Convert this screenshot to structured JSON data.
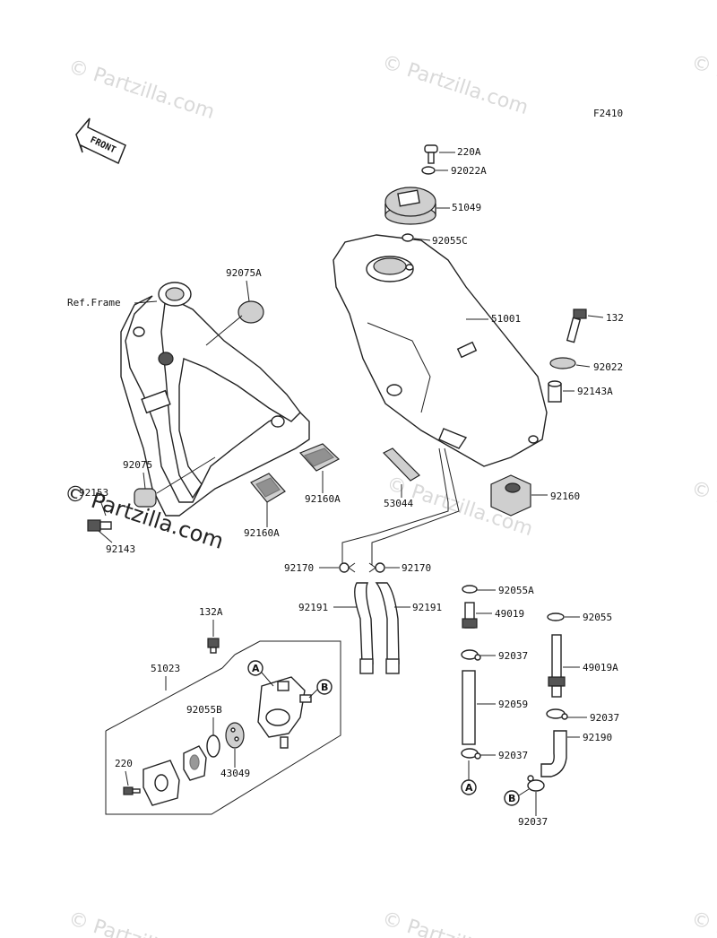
{
  "diagram_code": "F2410",
  "front_label": "FRONT",
  "frame_label": "Ref.Frame",
  "watermarks": {
    "small": "© Partzilla.com",
    "large": "© Partzilla.com"
  },
  "callouts": {
    "A": "A",
    "B": "B"
  },
  "parts": {
    "p220A": "220A",
    "p92022A": "92022A",
    "p51049": "51049",
    "p92055C": "92055C",
    "p92075A": "92075A",
    "p51001": "51001",
    "p132": "132",
    "p92022": "92022",
    "p92143A": "92143A",
    "p92075": "92075",
    "p92153": "92153",
    "p92143": "92143",
    "p92160A_1": "92160A",
    "p92160A_2": "92160A",
    "p53044": "53044",
    "p92160": "92160",
    "p92170_1": "92170",
    "p92170_2": "92170",
    "p92191_1": "92191",
    "p92191_2": "92191",
    "p92055A": "92055A",
    "p49019": "49019",
    "p92055": "92055",
    "p92037_1": "92037",
    "p49019A": "49019A",
    "p92059": "92059",
    "p92037_2": "92037",
    "p92190": "92190",
    "p92037_3": "92037",
    "p92037_4": "92037",
    "p132A": "132A",
    "p51023": "51023",
    "p92055B": "92055B",
    "p43049": "43049",
    "p220": "220"
  }
}
